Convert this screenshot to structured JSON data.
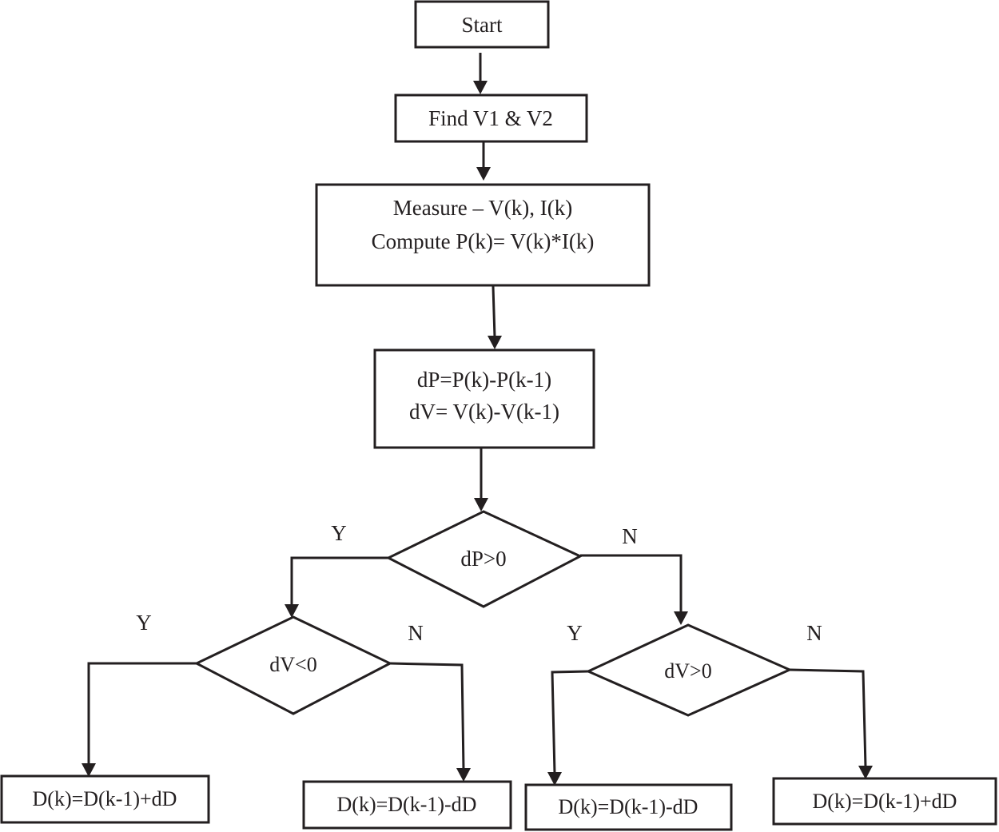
{
  "flowchart": {
    "start": {
      "label": "Start"
    },
    "find": {
      "label": "Find V1 & V2"
    },
    "measure": {
      "line1": "Measure – V(k), I(k)",
      "line2": "Compute P(k)= V(k)*I(k)"
    },
    "diff": {
      "line1": "dP=P(k)-P(k-1)",
      "line2": "dV= V(k)-V(k-1)"
    },
    "decision_dp": {
      "label": "dP>0"
    },
    "decision_dv_neg": {
      "label": "dV<0"
    },
    "decision_dv_pos": {
      "label": "dV>0"
    },
    "branches": {
      "dp_yes": "Y",
      "dp_no": "N",
      "dvneg_yes": "Y",
      "dvneg_no": "N",
      "dvpos_yes": "Y",
      "dvpos_no": "N"
    },
    "outputs": {
      "out1": "D(k)=D(k-1)+dD",
      "out2": "D(k)=D(k-1)-dD",
      "out3": "D(k)=D(k-1)-dD",
      "out4": "D(k)=D(k-1)+dD"
    }
  },
  "colors": {
    "ink": "#231f20",
    "background": "#ffffff"
  }
}
